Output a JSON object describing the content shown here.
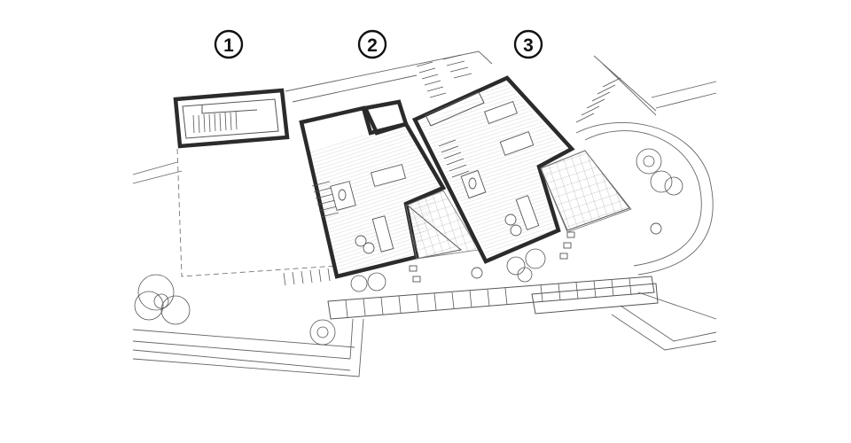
{
  "units": [
    {
      "label": "1"
    },
    {
      "label": "2"
    },
    {
      "label": "3"
    }
  ],
  "colors": {
    "background": "#ffffff",
    "wall": "#2b2b2b",
    "line": "#666666"
  }
}
